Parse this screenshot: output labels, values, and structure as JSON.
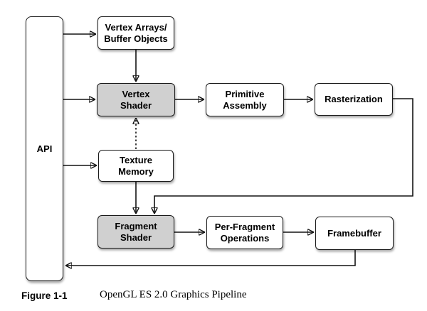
{
  "diagram": {
    "title": "OpenGL ES 2.0 Graphics Pipeline",
    "nodes": {
      "api": {
        "label": "API",
        "shaded": false
      },
      "vertex_arrays": {
        "label": "Vertex Arrays/\nBuffer Objects",
        "shaded": false
      },
      "vertex_shader": {
        "label": "Vertex\nShader",
        "shaded": true
      },
      "primitive_assembly": {
        "label": "Primitive\nAssembly",
        "shaded": false
      },
      "rasterization": {
        "label": "Rasterization",
        "shaded": false
      },
      "texture_memory": {
        "label": "Texture\nMemory",
        "shaded": false
      },
      "fragment_shader": {
        "label": "Fragment\nShader",
        "shaded": true
      },
      "per_fragment_operations": {
        "label": "Per-Fragment\nOperations",
        "shaded": false
      },
      "framebuffer": {
        "label": "Framebuffer",
        "shaded": false
      }
    },
    "edges": [
      {
        "from": "api",
        "to": "vertex_arrays",
        "style": "solid"
      },
      {
        "from": "api",
        "to": "vertex_shader",
        "style": "solid"
      },
      {
        "from": "api",
        "to": "texture_memory",
        "style": "solid"
      },
      {
        "from": "vertex_arrays",
        "to": "vertex_shader",
        "style": "solid"
      },
      {
        "from": "texture_memory",
        "to": "vertex_shader",
        "style": "dotted"
      },
      {
        "from": "vertex_shader",
        "to": "primitive_assembly",
        "style": "solid"
      },
      {
        "from": "primitive_assembly",
        "to": "rasterization",
        "style": "solid"
      },
      {
        "from": "rasterization",
        "to": "fragment_shader",
        "style": "solid"
      },
      {
        "from": "texture_memory",
        "to": "fragment_shader",
        "style": "solid"
      },
      {
        "from": "fragment_shader",
        "to": "per_fragment_operations",
        "style": "solid"
      },
      {
        "from": "per_fragment_operations",
        "to": "framebuffer",
        "style": "solid"
      },
      {
        "from": "framebuffer",
        "to": "api",
        "style": "solid"
      }
    ],
    "colors": {
      "shader_fill": "#d0d0d0",
      "box_fill": "#ffffff",
      "line": "#141414"
    }
  },
  "caption": {
    "figure_label": "Figure 1-1",
    "figure_title": "OpenGL ES 2.0 Graphics Pipeline"
  }
}
